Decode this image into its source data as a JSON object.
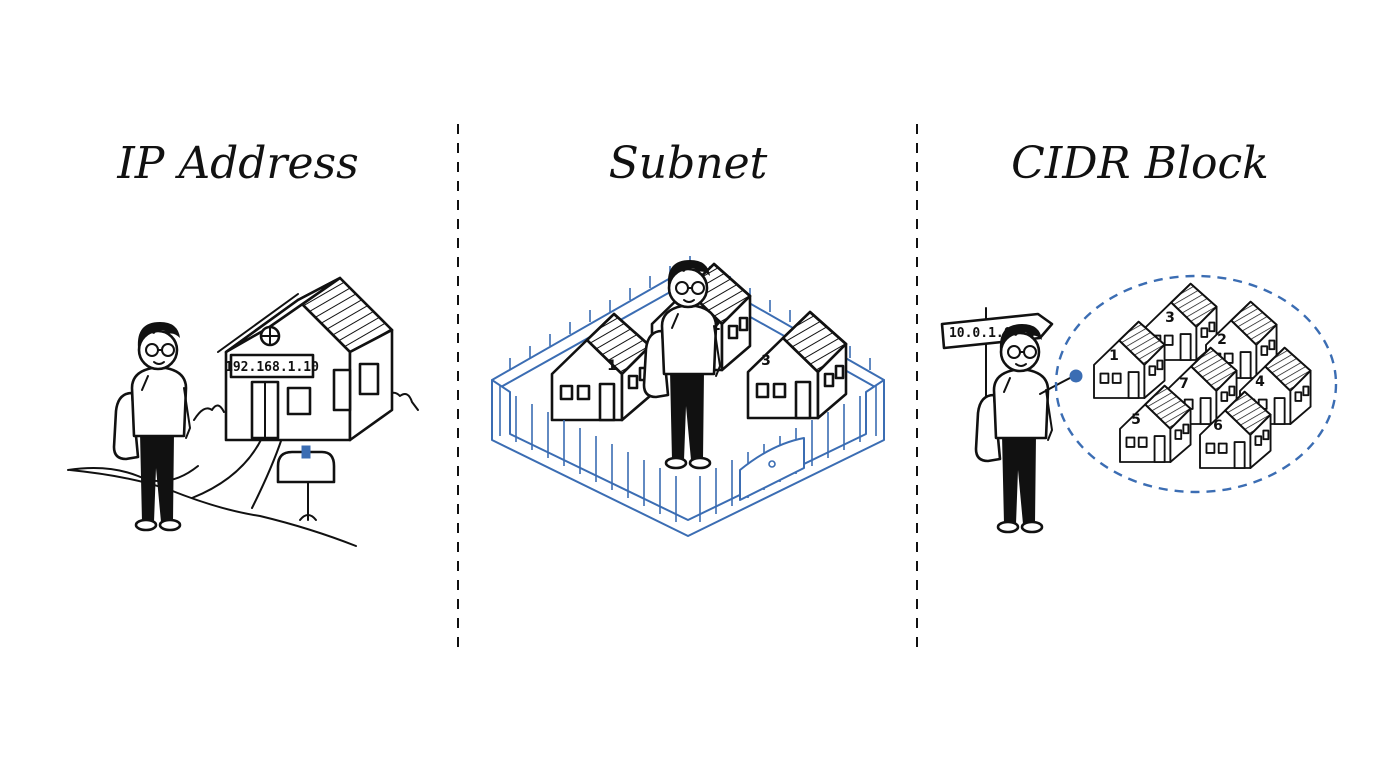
{
  "panels": [
    {
      "title": "IP Address",
      "house_address": "192.168.1.10"
    },
    {
      "title": "Subnet",
      "house_numbers": [
        "1",
        "2",
        "3"
      ]
    },
    {
      "title": "CIDR Block",
      "signpost_label": "10.0.1.0/24",
      "house_numbers": [
        "1",
        "2",
        "3",
        "4",
        "5",
        "6",
        "7"
      ]
    }
  ],
  "colors": {
    "ink": "#111111",
    "accent": "#3b6db3",
    "background": "#ffffff"
  }
}
